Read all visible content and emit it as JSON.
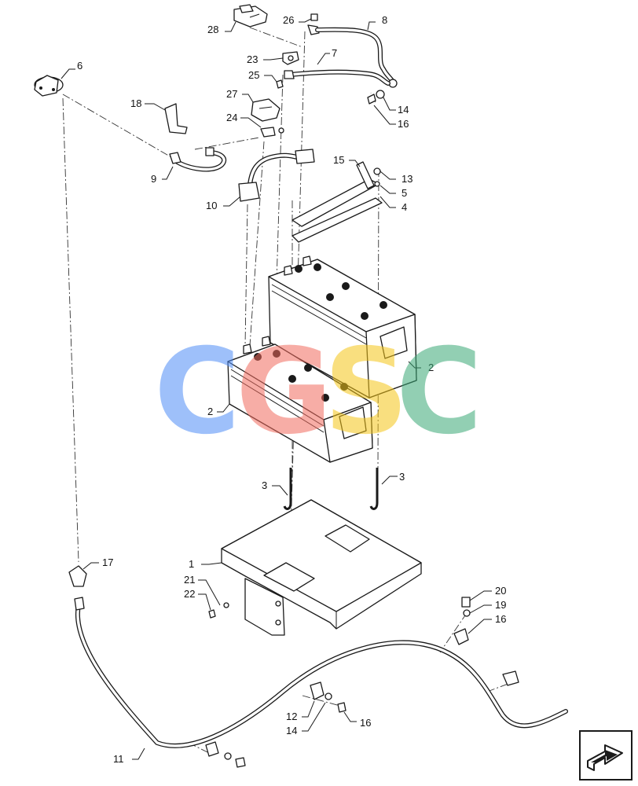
{
  "callouts": [
    {
      "id": "c1",
      "text": "1"
    },
    {
      "id": "c2a",
      "text": "2"
    },
    {
      "id": "c2b",
      "text": "2"
    },
    {
      "id": "c3a",
      "text": "3"
    },
    {
      "id": "c3b",
      "text": "3"
    },
    {
      "id": "c4",
      "text": "4"
    },
    {
      "id": "c5",
      "text": "5"
    },
    {
      "id": "c6",
      "text": "6"
    },
    {
      "id": "c7",
      "text": "7"
    },
    {
      "id": "c8",
      "text": "8"
    },
    {
      "id": "c9",
      "text": "9"
    },
    {
      "id": "c10",
      "text": "10"
    },
    {
      "id": "c11",
      "text": "11"
    },
    {
      "id": "c12",
      "text": "12"
    },
    {
      "id": "c13",
      "text": "13"
    },
    {
      "id": "c14a",
      "text": "14"
    },
    {
      "id": "c14b",
      "text": "14"
    },
    {
      "id": "c15",
      "text": "15"
    },
    {
      "id": "c16a",
      "text": "16"
    },
    {
      "id": "c16b",
      "text": "16"
    },
    {
      "id": "c16c",
      "text": "16"
    },
    {
      "id": "c17",
      "text": "17"
    },
    {
      "id": "c18",
      "text": "18"
    },
    {
      "id": "c19",
      "text": "19"
    },
    {
      "id": "c20",
      "text": "20"
    },
    {
      "id": "c21",
      "text": "21"
    },
    {
      "id": "c22",
      "text": "22"
    },
    {
      "id": "c23",
      "text": "23"
    },
    {
      "id": "c24",
      "text": "24"
    },
    {
      "id": "c25",
      "text": "25"
    },
    {
      "id": "c26",
      "text": "26"
    },
    {
      "id": "c27",
      "text": "27"
    },
    {
      "id": "c28",
      "text": "28"
    }
  ],
  "watermark": {
    "letters": [
      {
        "char": "C",
        "color": "#4f8ef7"
      },
      {
        "char": "G",
        "color": "#f26b5e"
      },
      {
        "char": "S",
        "color": "#f5c518"
      },
      {
        "char": "C",
        "color": "#3aa876"
      }
    ]
  },
  "nav_icon": "next-page-arrow-icon"
}
